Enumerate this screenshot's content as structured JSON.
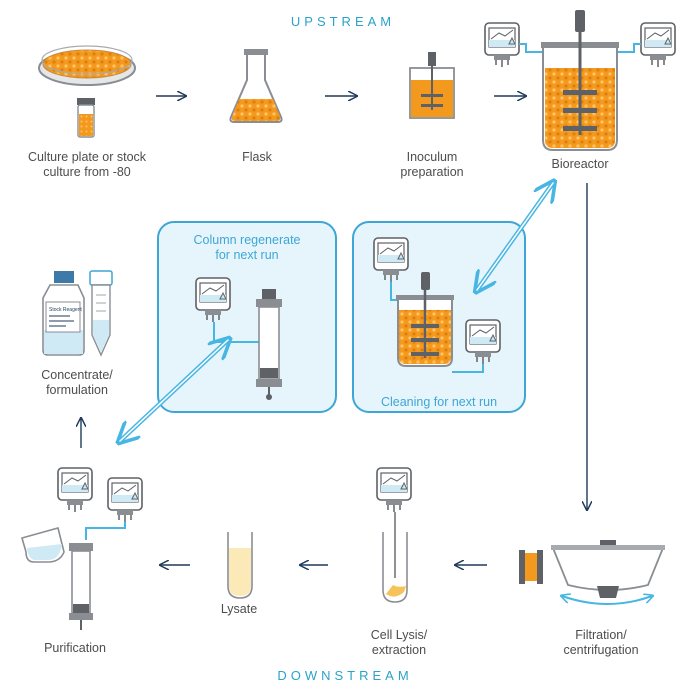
{
  "headings": {
    "top": "UPSTREAM",
    "bottom": "DOWNSTREAM"
  },
  "steps": {
    "culture": "Culture plate or stock\nculture from -80",
    "flask": "Flask",
    "inoculum": "Inoculum\npreparation",
    "bioreactor": "Bioreactor",
    "filtration": "Filtration/\ncentrifugation",
    "lysis": "Cell Lysis/\nextraction",
    "lysate": "Lysate",
    "purification": "Purification",
    "concentrate": "Concentrate/\nformulation",
    "column": "Column regenerate\nfor next run",
    "cleaning": "Cleaning for next run"
  },
  "bottle_label": "Stock Reagent",
  "colors": {
    "orange": "#f39a1e",
    "orange_dark": "#d87a12",
    "panel_fill": "#e6f5fb",
    "panel_border": "#3da6d6",
    "arrow_blue": "#48b6e3",
    "arrow_navy": "#1f3a5a",
    "gray": "#8a8e93",
    "gray_dark": "#5e6266",
    "text": "#4d4d4d",
    "heading": "#2aa3c8"
  }
}
